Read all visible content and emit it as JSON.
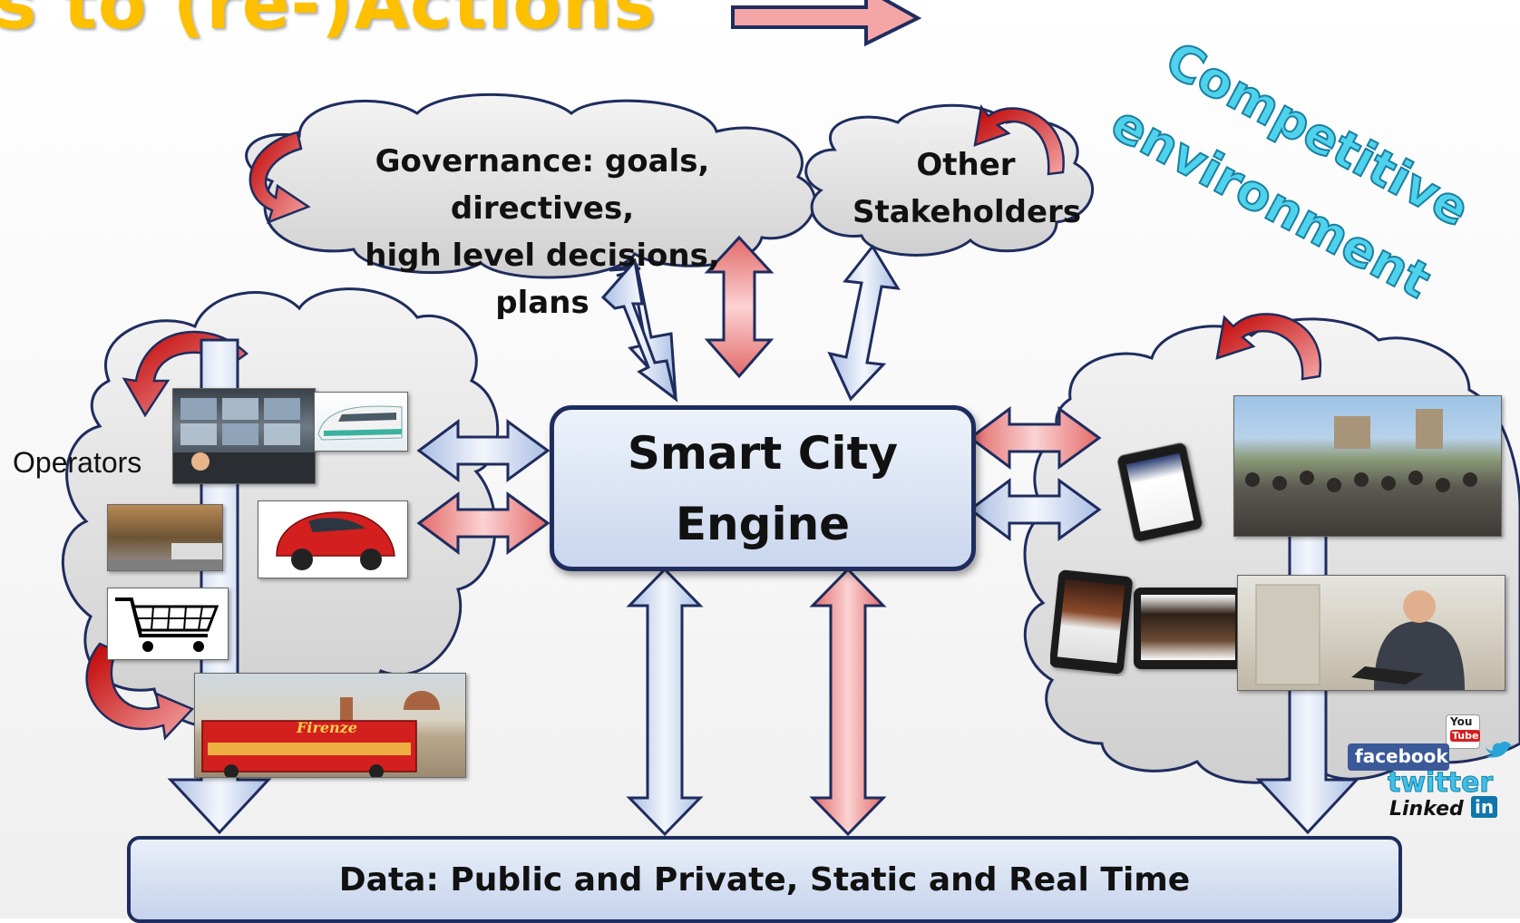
{
  "title_fragment": "s to (re-)Actions",
  "competitive_line1": "Competitive",
  "competitive_line2": "environment",
  "governance_line1": "Governance: goals, directives,",
  "governance_line2": "high level decisions,",
  "governance_line3": "plans",
  "stakeholders_line1": "Other",
  "stakeholders_line2": "Stakeholders",
  "engine_line1": "Smart City",
  "engine_line2": "Engine",
  "operators_label": "Operators",
  "data_label": "Data: Public and Private, Static and Real Time",
  "social": {
    "youtube_top": "You",
    "youtube_bottom": "Tube",
    "facebook": "facebook",
    "twitter": "twitter",
    "linked": "Linked",
    "in": "in"
  },
  "bus_sign": "Firenze",
  "colors": {
    "title": "#ffc000",
    "competitive": "#4fd2ec",
    "blue_arrow": "#c9d6ee",
    "red_arrow": "#f08a8a",
    "frame": "#1f2c5e"
  }
}
